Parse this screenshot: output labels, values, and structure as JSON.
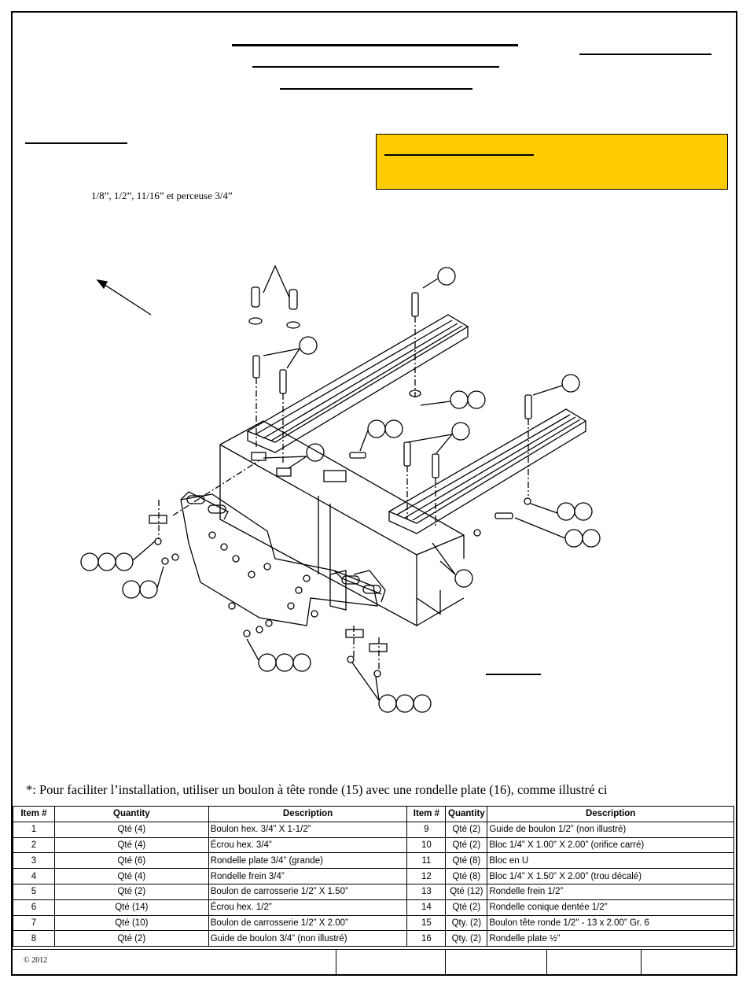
{
  "tools_note": "1/8”, 1/2”, 11/16” et perceuse 3/4”",
  "footnote": "*: Pour faciliter l’installation, utiliser un boulon à tête ronde  (15) avec une rondelle plate (16), comme illustré ci",
  "table": {
    "headers": [
      "Item #",
      "Quantity",
      "Description",
      "Item #",
      "Quantity",
      "Description"
    ],
    "rows": [
      {
        "l_item": "1",
        "l_qty": "Qté (4)",
        "l_desc": "Boulon hex. 3/4” X 1-1/2”",
        "r_item": "9",
        "r_qty": "Qté (2)",
        "r_desc": "Guide de boulon 1/2” (non illustré)"
      },
      {
        "l_item": "2",
        "l_qty": "Qté (4)",
        "l_desc": "Écrou hex. 3/4”",
        "r_item": "10",
        "r_qty": "Qté (2)",
        "r_desc": "Bloc 1/4” X 1.00” X 2.00” (orifice carré)"
      },
      {
        "l_item": "3",
        "l_qty": "Qté (6)",
        "l_desc": "Rondelle plate 3/4” (grande)",
        "r_item": "11",
        "r_qty": "Qté (8)",
        "r_desc": "Bloc en U"
      },
      {
        "l_item": "4",
        "l_qty": "Qté (4)",
        "l_desc": "Rondelle frein 3/4”",
        "r_item": "12",
        "r_qty": "Qté (8)",
        "r_desc": "Bloc 1/4” X 1.50” X 2.00” (trou décalé)"
      },
      {
        "l_item": "5",
        "l_qty": "Qté (2)",
        "l_desc": "Boulon de carrosserie 1/2” X 1.50”",
        "r_item": "13",
        "r_qty": "Qté (12)",
        "r_desc": "Rondelle frein 1/2”"
      },
      {
        "l_item": "6",
        "l_qty": "Qté (14)",
        "l_desc": "Écrou hex. 1/2”",
        "r_item": "14",
        "r_qty": "Qté (2)",
        "r_desc": "Rondelle conique dentée 1/2”"
      },
      {
        "l_item": "7",
        "l_qty": "Qté (10)",
        "l_desc": "Boulon de carrosserie 1/2” X 2.00”",
        "r_item": "15",
        "r_qty": "Qty. (2)",
        "r_desc": "Boulon tête ronde 1/2\" - 13 x 2.00” Gr. 6"
      },
      {
        "l_item": "8",
        "l_qty": "Qté (2)",
        "l_desc": "Guide de boulon 3/4” (non illustré)",
        "r_item": "16",
        "r_qty": "Qty. (2)",
        "r_desc": "Rondelle plate ½”"
      }
    ]
  },
  "copyright": "© 2012",
  "colors": {
    "warning_box": "#ffcc00"
  }
}
